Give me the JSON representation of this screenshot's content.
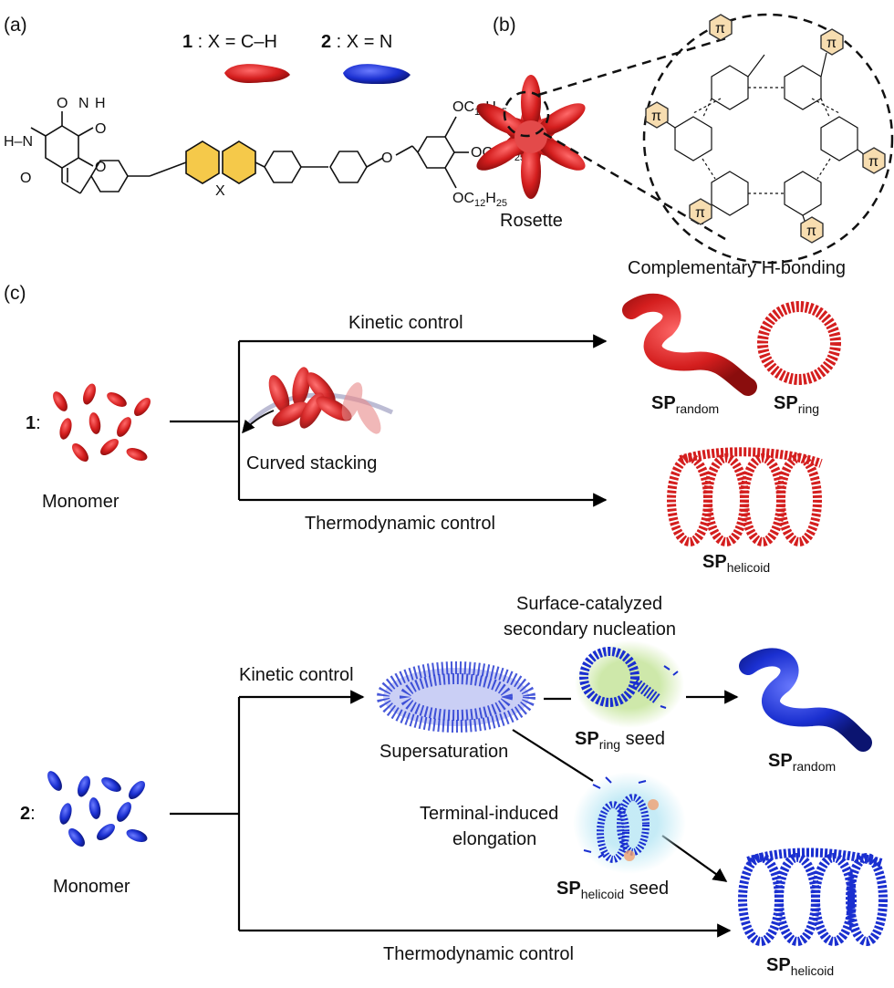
{
  "panels": {
    "a": "(a)",
    "b": "(b)",
    "c": "(c)"
  },
  "colors": {
    "red": "#d41e1e",
    "blue": "#1a2fd0",
    "yellow": "#f5c94a",
    "pi_fill": "#f7ddb0"
  },
  "compound_legend": {
    "c1_num": "1",
    "c1_text": " : X = C–H",
    "c2_num": "2",
    "c2_text": " : X = N"
  },
  "molecule": {
    "atoms": {
      "o": "O",
      "n": "N",
      "h": "H",
      "hn": "H–N",
      "x": "X",
      "oc": "OC",
      "sub12": "12",
      "h25": "H",
      "sub25": "25"
    }
  },
  "rosette": {
    "label": "Rosette",
    "hbond_label": "Complementary H-bonding",
    "pi_symbol": "π"
  },
  "path1": {
    "compound_label": "1",
    "colon": ":",
    "monomer_label": "Monomer",
    "kinetic_label": "Kinetic control",
    "thermo_label": "Thermodynamic control",
    "curved_label": "Curved stacking",
    "sp": "SP",
    "random_sub": "random",
    "ring_sub": "ring",
    "helicoid_sub": "helicoid"
  },
  "path2": {
    "compound_label": "2",
    "colon": ":",
    "monomer_label": "Monomer",
    "kinetic_label": "Kinetic control",
    "thermo_label": "Thermodynamic control",
    "supersat_label": "Supersaturation",
    "surface_line1": "Surface-catalyzed",
    "surface_line2": "secondary nucleation",
    "terminal_line1": "Terminal-induced",
    "terminal_line2": "elongation",
    "sp": "SP",
    "ring_sub": "ring",
    "seed_word": " seed",
    "helicoid_sub": "helicoid",
    "random_sub": "random"
  }
}
